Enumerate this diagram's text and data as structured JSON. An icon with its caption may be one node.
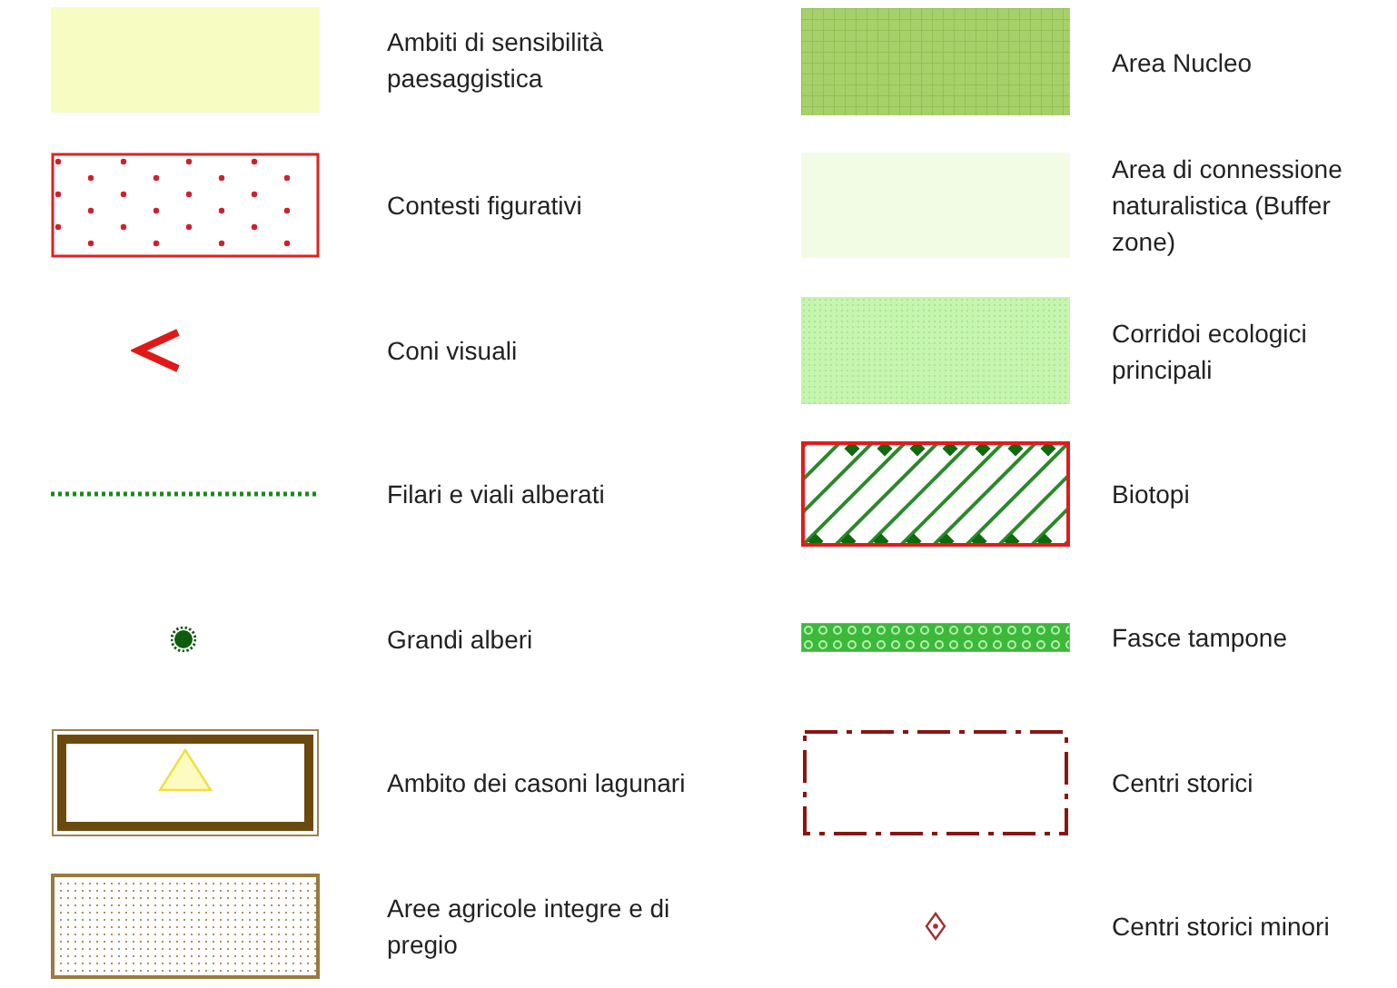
{
  "diagram": {
    "legend": [
      {
        "text": "Ambiti di sensibilità paesaggistica",
        "color": "#f7fcc3"
      },
      {
        "text": "Contesti figurativi"
      },
      {
        "text": "Coni visuali"
      },
      {
        "text": "Filari e viali alberati"
      },
      {
        "text": "Grandi alberi"
      },
      {
        "text": "Ambito dei casoni lagunari"
      },
      {
        "text": "Aree agricole integre e di pregio"
      },
      {
        "text": "Area Nucleo"
      },
      {
        "text": "Area di connessione naturalistica (Buffer zone)",
        "color": "#f2fce4"
      },
      {
        "text": "Corridoi ecologici principali"
      },
      {
        "text": "Biotopi"
      },
      {
        "text": "Fasce tampone"
      },
      {
        "text": "Centri storici"
      },
      {
        "text": "Centri storici minori"
      }
    ]
  }
}
